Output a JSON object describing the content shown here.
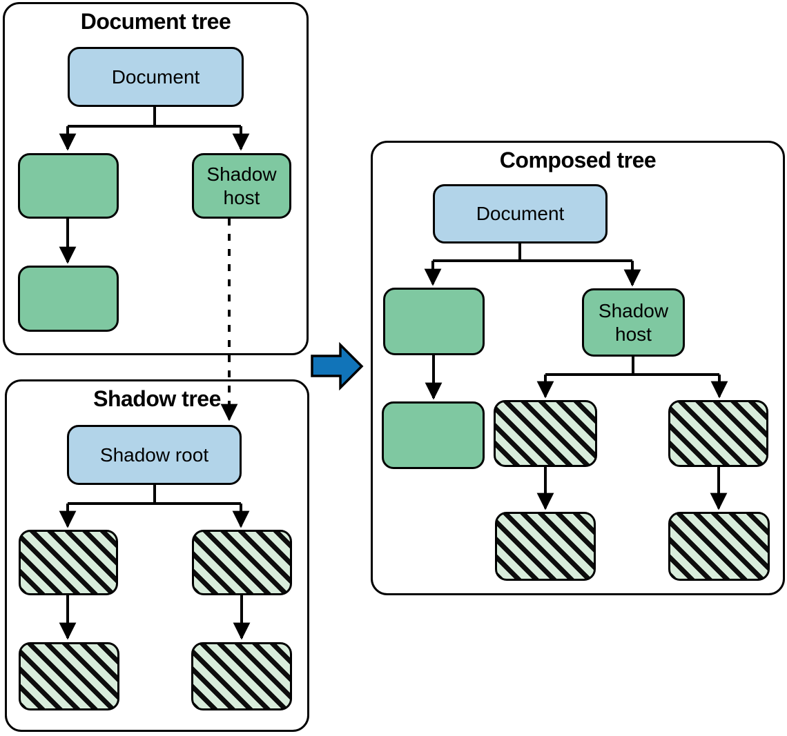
{
  "panels": {
    "document_tree": {
      "title": "Document tree",
      "nodes": {
        "document": "Document",
        "shadow_host": "Shadow host"
      }
    },
    "shadow_tree": {
      "title": "Shadow tree",
      "nodes": {
        "shadow_root": "Shadow root"
      }
    },
    "composed_tree": {
      "title": "Composed tree",
      "nodes": {
        "document": "Document",
        "shadow_host": "Shadow host"
      }
    }
  },
  "icons": {
    "transform_arrow": "right-block-arrow"
  },
  "colors": {
    "node_blue": "#b2d4e9",
    "node_green": "#7fc8a1",
    "hatch_bg": "#d8ecdb",
    "hatch_stripe": "#0d0d0d",
    "arrow_blue": "#1174b9",
    "line": "#000000"
  }
}
